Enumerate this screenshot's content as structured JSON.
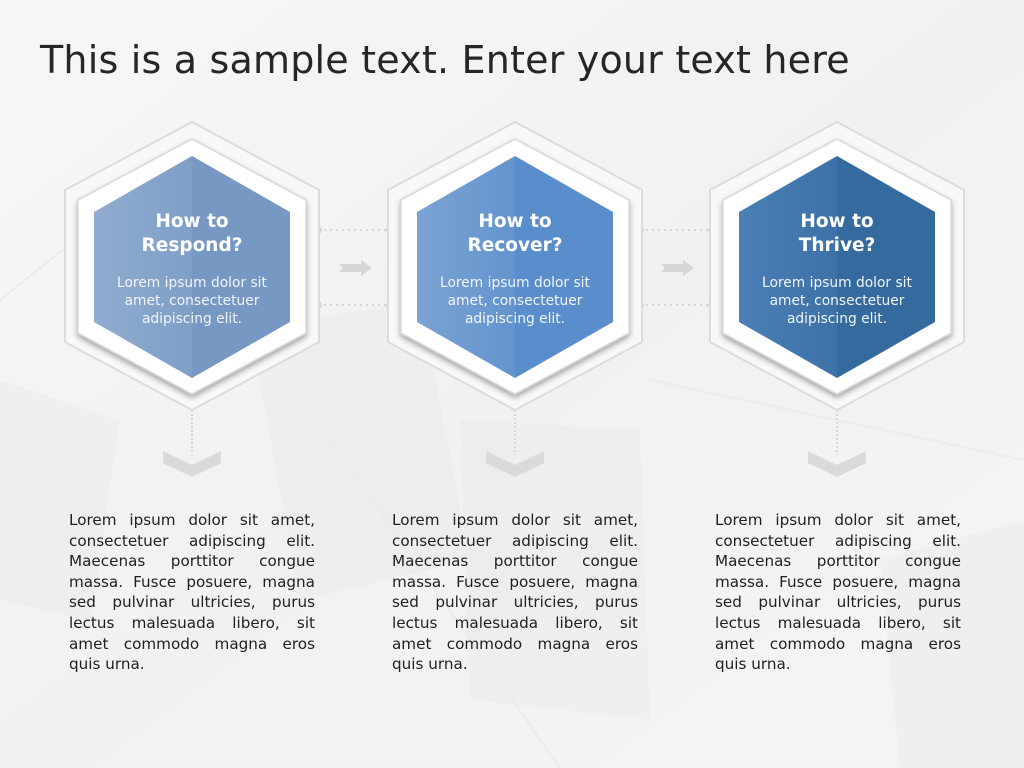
{
  "title": "This is a sample text. Enter your text here",
  "colors": {
    "background": "#f4f4f4",
    "step1": "#7b9dc5",
    "step2": "#5c8fcc",
    "step3": "#366a9e",
    "connector": "#d9d9d9",
    "text": "#1f1f1f"
  },
  "steps": [
    {
      "heading_line1": "How to",
      "heading_line2": "Respond?",
      "short_desc": "Lorem ipsum dolor sit amet, consectetuer adipiscing elit.",
      "body": "Lorem ipsum dolor sit amet, consectetuer adipiscing elit. Maecenas porttitor congue massa. Fusce posuere, magna sed pulvinar ultricies, purus lectus malesuada libero, sit amet commodo magna eros quis urna."
    },
    {
      "heading_line1": "How to",
      "heading_line2": "Recover?",
      "short_desc": "Lorem ipsum dolor sit amet, consectetuer adipiscing elit.",
      "body": "Lorem ipsum dolor sit amet, consectetuer adipiscing elit. Maecenas porttitor congue massa. Fusce posuere, magna sed pulvinar ultricies, purus lectus malesuada libero, sit amet commodo magna eros quis urna."
    },
    {
      "heading_line1": "How to",
      "heading_line2": "Thrive?",
      "short_desc": "Lorem ipsum dolor sit amet, consectetuer adipiscing elit.",
      "body": "Lorem ipsum dolor sit amet, consectetuer adipiscing elit. Maecenas porttitor congue massa. Fusce posuere, magna sed pulvinar ultricies, purus lectus malesuada libero, sit amet commodo magna eros quis urna."
    }
  ],
  "icons": {
    "connector_arrow": "arrow-right-icon",
    "down_chevron": "chevron-down-icon"
  }
}
